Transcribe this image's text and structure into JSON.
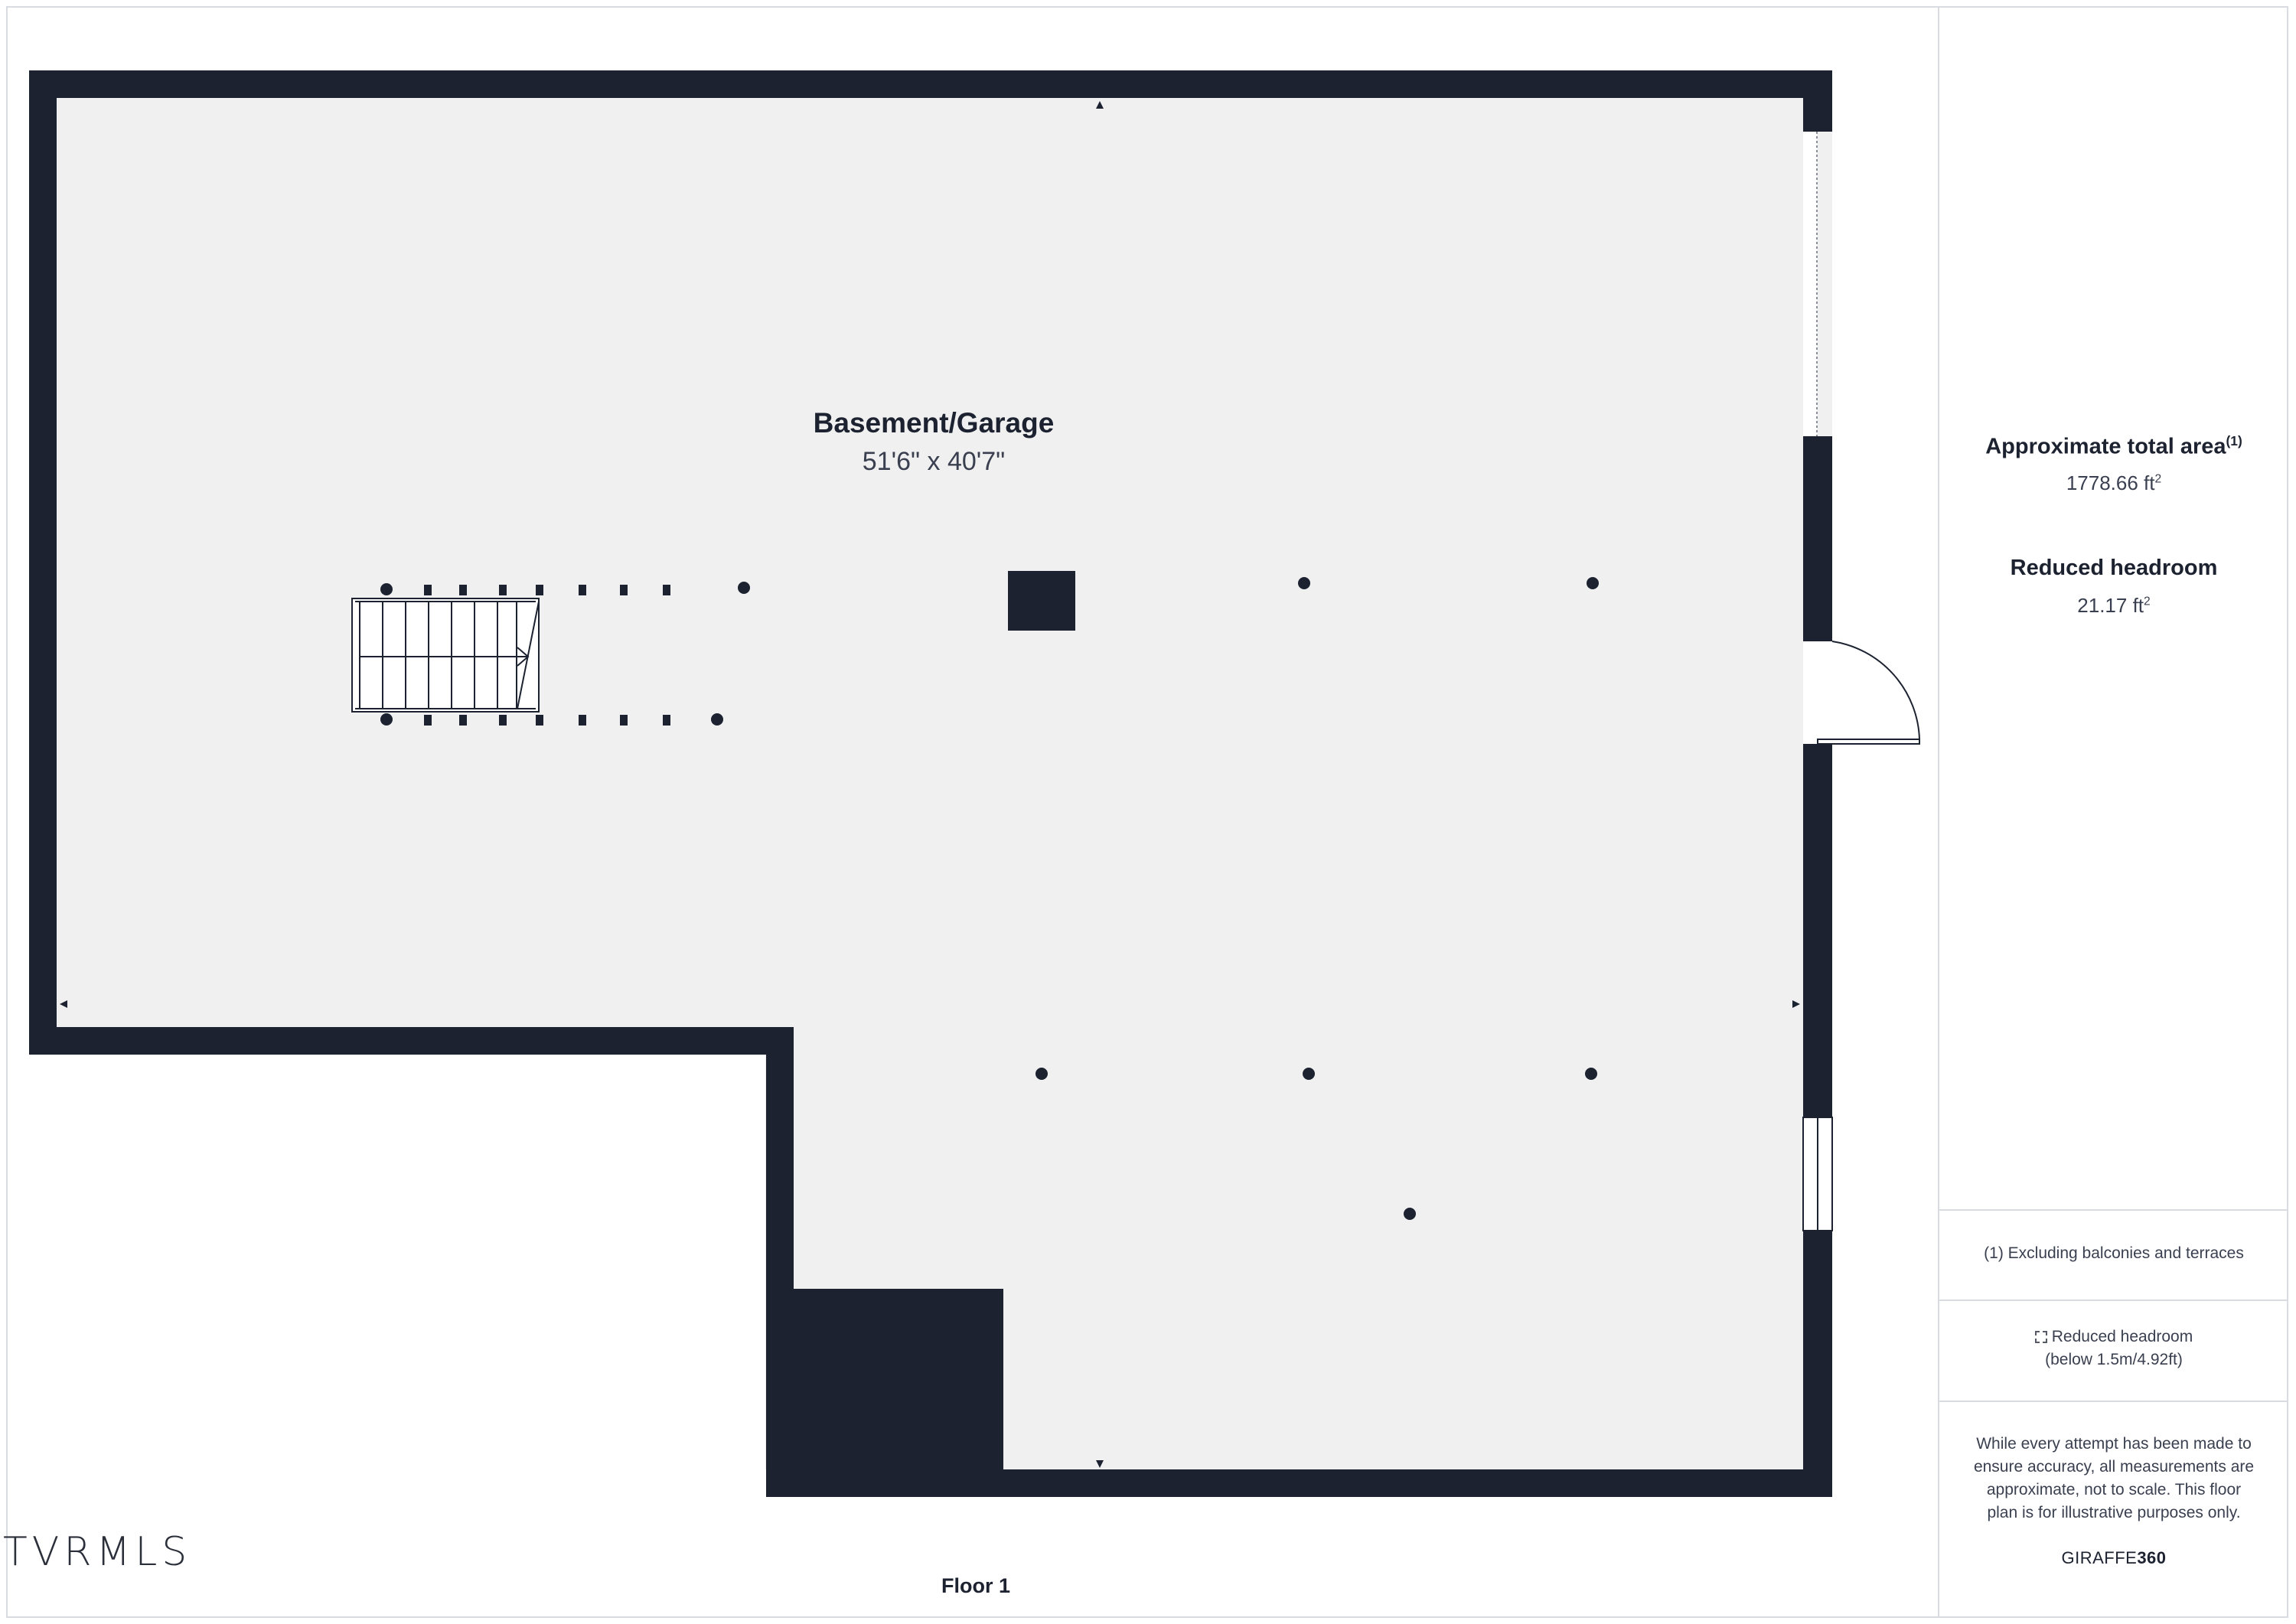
{
  "room": {
    "name": "Basement/Garage",
    "dimensions": "51'6\" x 40'7\""
  },
  "floor_label": "Floor 1",
  "summary": {
    "total_area_title": "Approximate total area",
    "total_area_note_marker": "(1)",
    "total_area_value": "1778.66 ft",
    "reduced_headroom_title": "Reduced headroom",
    "reduced_headroom_value": "21.17 ft",
    "unit_superscript": "2"
  },
  "footnote": "(1) Excluding balconies and terraces",
  "legend": {
    "line1": "Reduced headroom",
    "line2": "(below 1.5m/4.92ft)"
  },
  "disclaimer": "While every attempt has been made to ensure accuracy, all measurements are approximate, not to scale. This floor plan is for illustrative purposes only.",
  "brand": {
    "part1": "GIRAFFE",
    "part2": "360"
  },
  "mls_logo": "TVRMLS",
  "colors": {
    "wall": "#1c2230",
    "floor": "#f0f0f0",
    "background": "#ffffff",
    "divider": "#d8dbe0"
  }
}
